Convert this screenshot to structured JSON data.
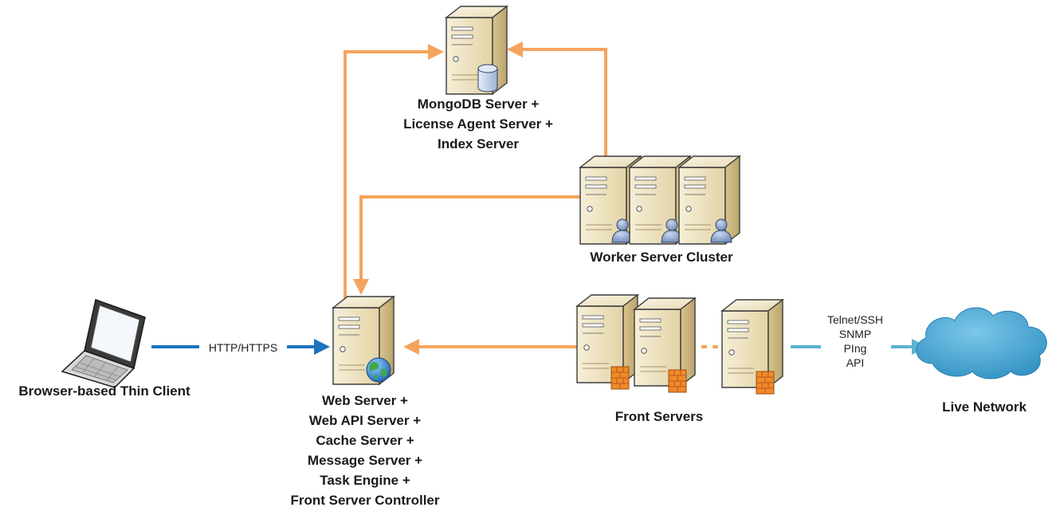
{
  "nodes": {
    "mongodb": {
      "lines": [
        "MongoDB Server +",
        "License Agent Server +",
        "Index Server"
      ]
    },
    "workers": {
      "label": "Worker Server Cluster"
    },
    "web": {
      "lines": [
        "Web Server +",
        "Web API Server +",
        "Cache Server +",
        "Message Server +",
        "Task Engine +",
        "Front Server Controller"
      ]
    },
    "front": {
      "label": "Front Servers"
    },
    "client": {
      "label": "Browser-based Thin Client"
    },
    "network": {
      "label": "Live Network"
    }
  },
  "edges": {
    "client_to_web": {
      "label": "HTTP/HTTPS"
    },
    "front_to_network": {
      "protocols": [
        "Telnet/SSH",
        "SNMP",
        "PIng",
        "API"
      ]
    }
  },
  "colors": {
    "orange_link": "#f5a45d",
    "blue_link": "#1c74bf",
    "teal_link": "#5ab4cf",
    "cloud": "#3a9cc9",
    "server_body": "#e9dcb2"
  },
  "icons": {
    "db": "database-cylinder-icon",
    "user": "user-icon",
    "globe": "globe-icon",
    "firewall": "firewall-brick-icon"
  }
}
